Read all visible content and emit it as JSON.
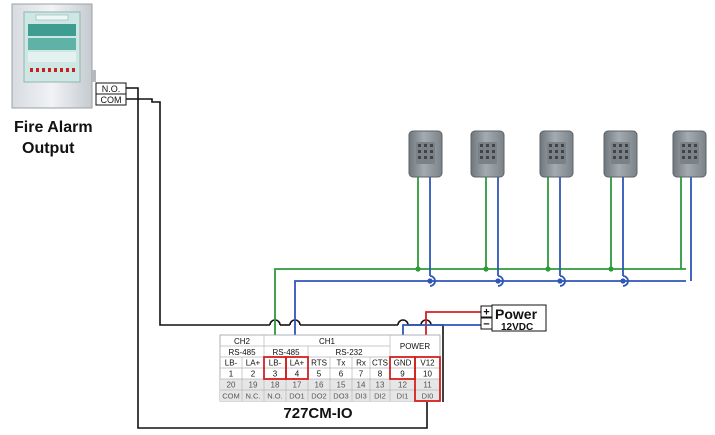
{
  "alarm_panel": {
    "label_line1": "Fire Alarm",
    "label_line2": "Output",
    "terminal_no": "N.O.",
    "terminal_com": "COM"
  },
  "reader_count": 5,
  "power": {
    "label": "Power",
    "voltage": "12VDC",
    "plus": "+",
    "minus": "−"
  },
  "module": {
    "name": "727CM-IO",
    "groups": {
      "ch2": "CH2",
      "ch1": "CH1",
      "power": "POWER"
    },
    "subgroups": {
      "rs485_ch2": "RS-485",
      "rs485_ch1": "RS-485",
      "rs232": "RS-232"
    },
    "top_labels": [
      "LB-",
      "LA+",
      "LB-",
      "LA+",
      "RTS",
      "Tx",
      "Rx",
      "CTS",
      "GND",
      "V12"
    ],
    "top_numbers": [
      "1",
      "2",
      "3",
      "4",
      "5",
      "6",
      "7",
      "8",
      "9",
      "10"
    ],
    "bottom_numbers": [
      "20",
      "19",
      "18",
      "17",
      "16",
      "15",
      "14",
      "13",
      "12",
      "11"
    ],
    "bottom_labels": [
      "COM",
      "N.C.",
      "N.O.",
      "DO1",
      "DO2",
      "DO3",
      "DI3",
      "DI2",
      "DI1",
      "DI0"
    ]
  },
  "colors": {
    "wire_black": "#111111",
    "wire_green": "#2e9a3c",
    "wire_blue": "#2f56b8",
    "wire_red": "#d42020",
    "highlight": "#d42020",
    "table_gray": "#e6e6e6",
    "reader_body": "#8e969c"
  }
}
